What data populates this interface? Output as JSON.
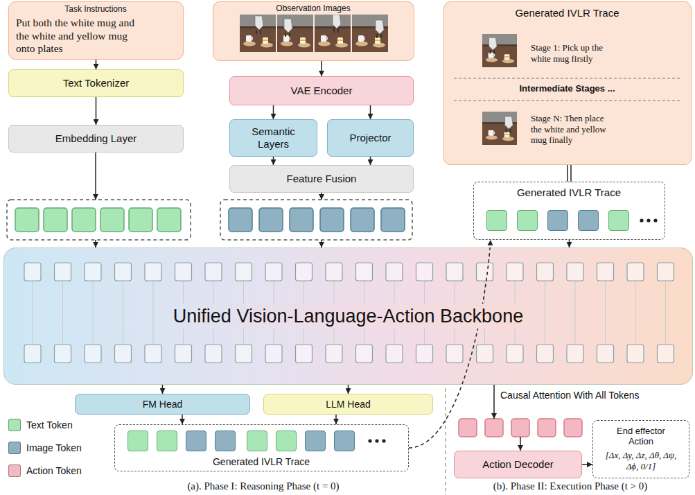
{
  "diagram": {
    "nodes": [
      {
        "text": [
          "Task Instructions",
          "Put both the white mug and the white and yellow mug onto plates"
        ]
      },
      {
        "text": [
          "Observation Images"
        ]
      },
      {
        "text": [
          "Generated IVLR Trace",
          "Stage 1: Pick up the white mug firstly",
          "Intermediate Stages ...",
          "Stage N: Then place the white and yellow mug finally"
        ]
      },
      {
        "text": [
          "Text Tokenizer"
        ]
      },
      {
        "text": [
          "VAE Encoder"
        ]
      },
      {
        "text": [
          "Semantic Layers"
        ]
      },
      {
        "text": [
          "Projector"
        ]
      },
      {
        "text": [
          "Embedding Layer"
        ]
      },
      {
        "text": [
          "Feature Fusion"
        ]
      },
      {
        "text": [
          "Generated IVLR Trace"
        ]
      },
      {
        "text": [
          "Unified Vision-Language-Action Backbone"
        ]
      },
      {
        "text": [
          "FM Head"
        ]
      },
      {
        "text": [
          "LLM Head"
        ]
      },
      {
        "text": [
          "Generated IVLR Trace"
        ]
      },
      {
        "text": [
          "Action Decoder"
        ]
      },
      {
        "text": [
          "End effector Action",
          "[Δx, Δy, Δz, Δθ, Δψ, Δϕ, 0/1]"
        ]
      }
    ],
    "edges": [
      {
        "from": 0,
        "to": 3,
        "arrow": "to"
      },
      {
        "from": 3,
        "to": 7,
        "arrow": "to"
      },
      {
        "from": 1,
        "to": 4,
        "arrow": "to"
      },
      {
        "from": 4,
        "to": 5,
        "arrow": "to"
      },
      {
        "from": 4,
        "to": 6,
        "arrow": "to"
      },
      {
        "from": 5,
        "to": 8,
        "arrow": "to"
      },
      {
        "from": 6,
        "to": 8,
        "arrow": "to"
      },
      {
        "from": 2,
        "to": 9,
        "arrow": "none"
      },
      {
        "from": 9,
        "to": 10,
        "arrow": "to"
      },
      {
        "from": 10,
        "to": 11,
        "arrow": "to"
      },
      {
        "from": 10,
        "to": 12,
        "arrow": "to"
      },
      {
        "from": 11,
        "to": 13,
        "arrow": "to"
      },
      {
        "from": 12,
        "to": 13,
        "arrow": "to"
      },
      {
        "from": 13,
        "to": 9,
        "arrow": "to"
      },
      {
        "from": 14,
        "to": 15,
        "arrow": "to"
      }
    ],
    "labels": [
      "Causal Attention With All Tokens",
      "(a). Phase I: Reasoning Phase (t = 0)",
      "(b). Phase II: Execution Phase (t > 0)"
    ],
    "legend": [
      {
        "text": "Text Token",
        "color": "#a8e6b5"
      },
      {
        "text": "Image Token",
        "color": "#8fb1c1"
      },
      {
        "text": "Action Token",
        "color": "#f3b8c2"
      }
    ]
  }
}
